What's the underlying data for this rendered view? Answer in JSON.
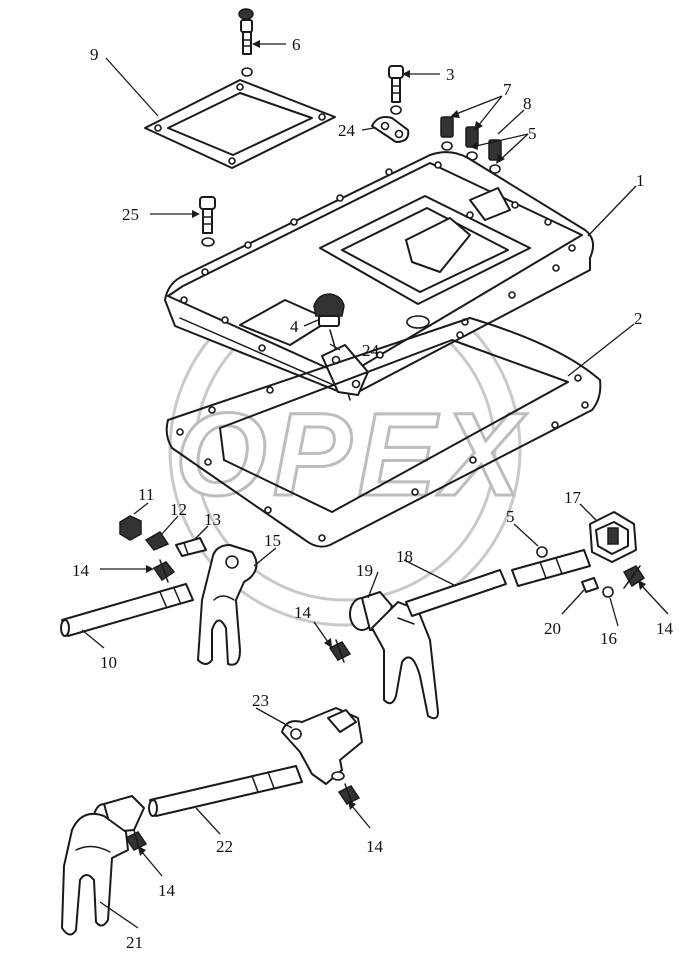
{
  "watermark": {
    "text": "OPEX",
    "color": "#bdbdbd"
  },
  "callouts": [
    {
      "id": "c1",
      "label": "1"
    },
    {
      "id": "c2",
      "label": "2"
    },
    {
      "id": "c3",
      "label": "3"
    },
    {
      "id": "c4",
      "label": "4"
    },
    {
      "id": "c5a",
      "label": "5"
    },
    {
      "id": "c5b",
      "label": "5"
    },
    {
      "id": "c6",
      "label": "6"
    },
    {
      "id": "c7",
      "label": "7"
    },
    {
      "id": "c8",
      "label": "8"
    },
    {
      "id": "c9",
      "label": "9"
    },
    {
      "id": "c10",
      "label": "10"
    },
    {
      "id": "c11",
      "label": "11"
    },
    {
      "id": "c12",
      "label": "12"
    },
    {
      "id": "c13",
      "label": "13"
    },
    {
      "id": "c14a",
      "label": "14"
    },
    {
      "id": "c14b",
      "label": "14"
    },
    {
      "id": "c14c",
      "label": "14"
    },
    {
      "id": "c14d",
      "label": "14"
    },
    {
      "id": "c14e",
      "label": "14"
    },
    {
      "id": "c15",
      "label": "15"
    },
    {
      "id": "c16",
      "label": "16"
    },
    {
      "id": "c17",
      "label": "17"
    },
    {
      "id": "c18",
      "label": "18"
    },
    {
      "id": "c19",
      "label": "19"
    },
    {
      "id": "c20",
      "label": "20"
    },
    {
      "id": "c21",
      "label": "21"
    },
    {
      "id": "c22",
      "label": "22"
    },
    {
      "id": "c23",
      "label": "23"
    },
    {
      "id": "c24a",
      "label": "24"
    },
    {
      "id": "c24b",
      "label": "24"
    },
    {
      "id": "c25",
      "label": "25"
    }
  ]
}
